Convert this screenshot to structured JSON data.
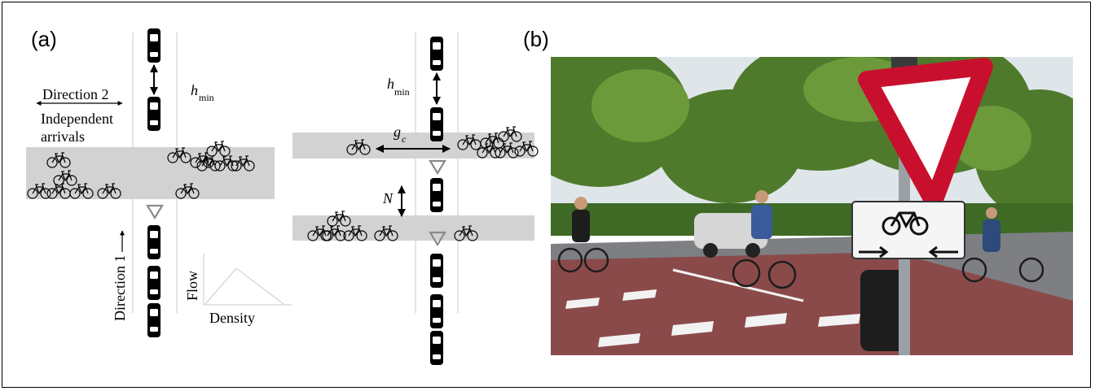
{
  "panels": {
    "a_label": "(a)",
    "b_label": "(b)"
  },
  "panel_a": {
    "direction2": "Direction 2",
    "independent_line1": "Independent",
    "independent_line2": "arrivals",
    "direction1": "Direction 1",
    "h_min": "h",
    "h_min_sub": "min",
    "flow": "Flow",
    "density": "Density"
  },
  "panel_a2": {
    "h_min": "h",
    "h_min_sub": "min",
    "g_c": "g",
    "g_c_sub": "c",
    "n": "N"
  },
  "icons": {
    "car": "car-icon",
    "bicycle": "bicycle-icon",
    "yield": "yield-sign-icon"
  },
  "colors": {
    "bike_lane": "#d2d2d2",
    "road_line": "#c8c8c8",
    "yield_stroke": "#8a8a8a",
    "bike_path_red": "#8b4a4a",
    "sign_red": "#c8102e"
  }
}
